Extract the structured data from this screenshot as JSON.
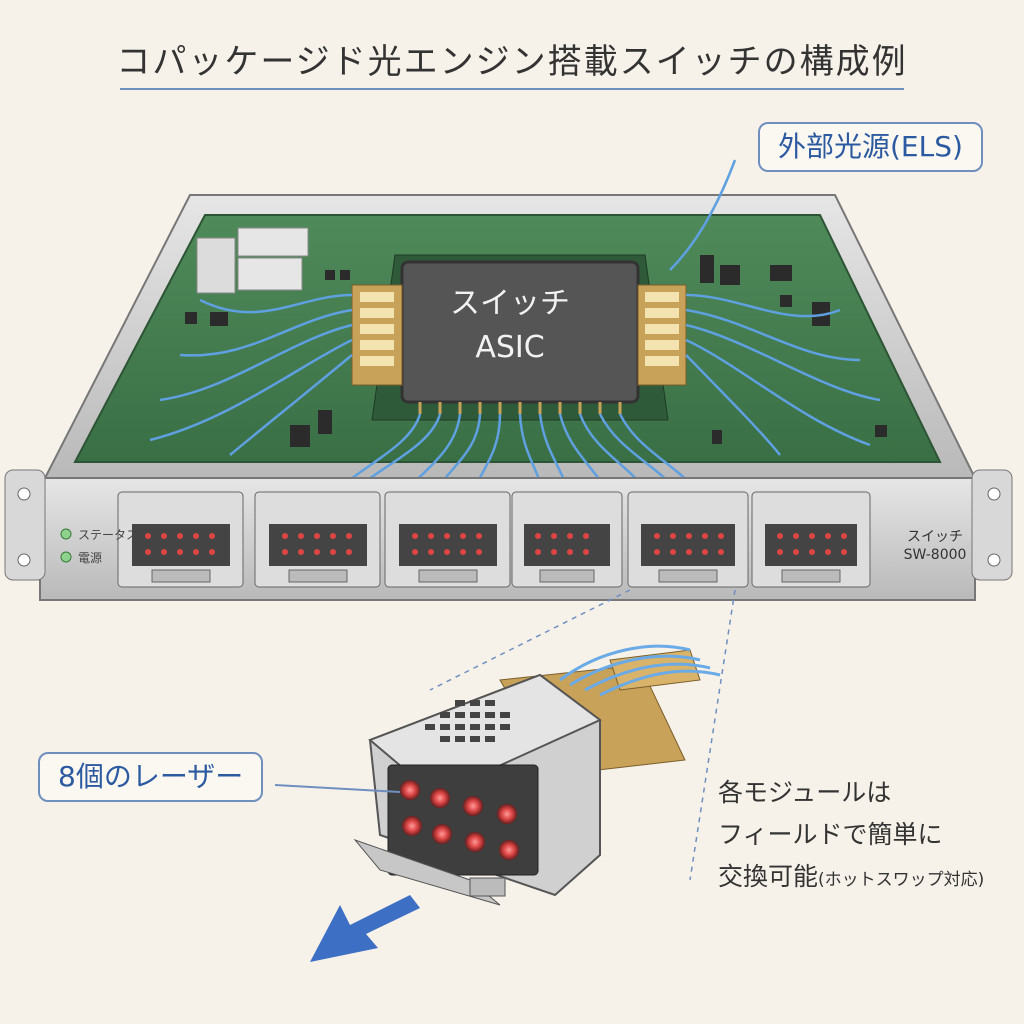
{
  "title": "コパッケージド光エンジン搭載スイッチの構成例",
  "asic": {
    "line1": "スイッチ",
    "line2": "ASIC"
  },
  "callouts": {
    "els": "外部光源(ELS)",
    "lasers": "8個のレーザー"
  },
  "status_leds": {
    "status": "ステータス",
    "power": "電源"
  },
  "device": {
    "line1": "スイッチ",
    "line2": "SW-8000"
  },
  "note": {
    "line1": "各モジュールは",
    "line2": "フィールドで簡単に",
    "line3": "交換可能",
    "line3_small": "(ホットスワップ対応)"
  },
  "icons": [
    "arrow-icon"
  ],
  "colors": {
    "board": "#3f7a4c",
    "fiber": "#4a90d9",
    "accent": "#2c5aa0",
    "laser": "#e04848"
  }
}
